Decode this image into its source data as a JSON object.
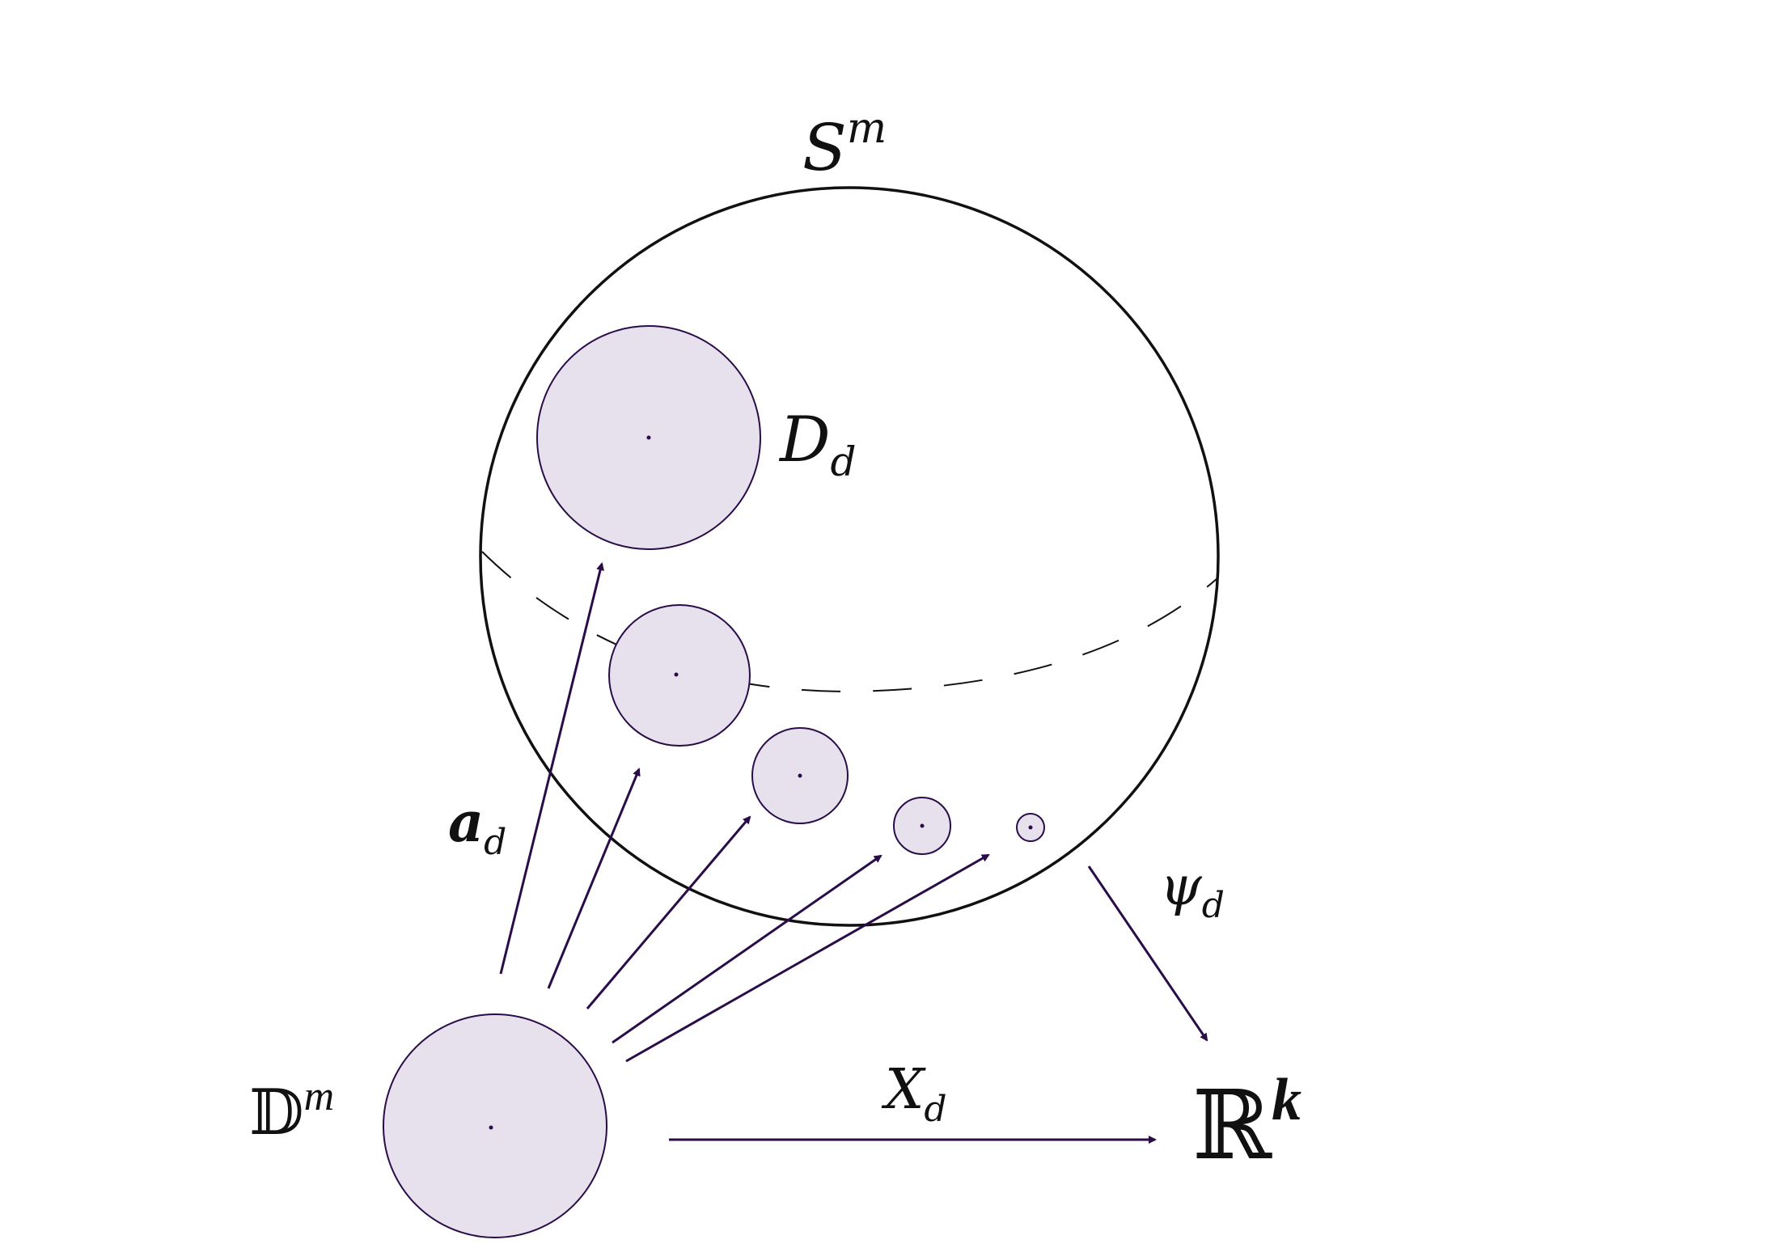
{
  "labels": {
    "sphere": {
      "base": "S",
      "sup": "m"
    },
    "disk": {
      "base": "D",
      "sub": "d"
    },
    "domain": {
      "base": "𝔻",
      "sup": "m"
    },
    "target": {
      "base": "ℝ",
      "sup": "k"
    },
    "map_a": {
      "base": "a",
      "sub": "d"
    },
    "map_psi": {
      "base": "ψ",
      "sub": "d"
    },
    "map_X": {
      "base": "X",
      "sub": "d"
    }
  },
  "colors": {
    "stroke": "#2a0c48",
    "fill": "#e6e1ec",
    "outline": "#111111",
    "text": "#111111"
  }
}
